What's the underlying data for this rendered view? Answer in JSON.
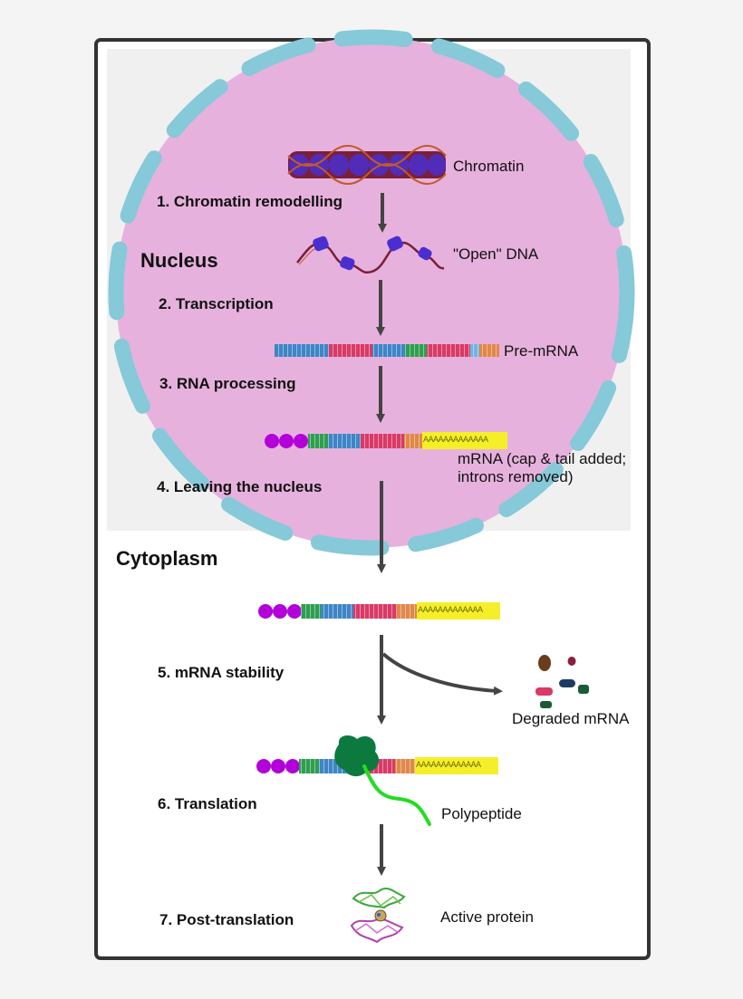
{
  "regions": {
    "nucleus": "Nucleus",
    "cytoplasm": "Cytoplasm"
  },
  "steps": [
    "1. Chromatin remodelling",
    "2. Transcription",
    "3. RNA processing",
    "4. Leaving the nucleus",
    "5. mRNA stability",
    "6. Translation",
    "7. Post-translation"
  ],
  "labels": {
    "chromatin": "Chromatin",
    "open_dna": "\"Open\" DNA",
    "pre_mrna": "Pre-mRNA",
    "mrna_note": "mRNA (cap & tail added;\nintrons removed)",
    "degraded_mrna": "Degraded mRNA",
    "polypeptide": "Polypeptide",
    "active_protein": "Active protein"
  },
  "poly_a_tail": "AAAAAAAAAAAAA",
  "colors": {
    "nucleus_fill": "#e7b1dd",
    "nuclear_envelope": "#86c9d9",
    "cap": "#b300d9",
    "exon_blue": "#3f85c6",
    "exon_green": "#2f9e50",
    "exon_red": "#d93a66",
    "exon_orange": "#e0884a",
    "tail": "#f5ef2a",
    "ribosome": "#0c7a3e",
    "polypeptide": "#22dd22",
    "arrow": "#444444",
    "frame": "#333333"
  }
}
